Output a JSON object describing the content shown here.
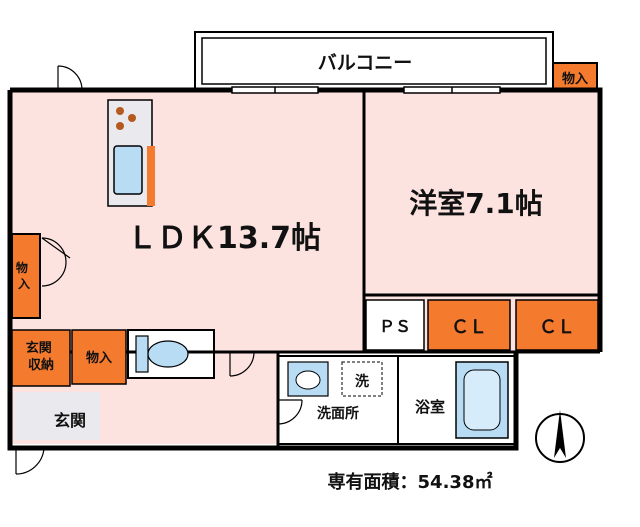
{
  "rooms": {
    "balcony": "バルコニー",
    "ldk": "ＬＤＫ13.7帖",
    "western_room": "洋室7.1帖",
    "storage_top": "物入",
    "storage_left": "物入",
    "storage_entry": "物入",
    "genkan_storage": "玄関\n収納",
    "ps": "ＰＳ",
    "closet_1": "ＣＬ",
    "closet_2": "ＣＬ",
    "washroom": "洗面所",
    "washer": "洗",
    "bathroom": "浴室",
    "entrance": "玄関"
  },
  "area_label": "専有面積：54.38㎡",
  "colors": {
    "floor": "#fce3e0",
    "wall": "#000000",
    "storage": "#f47a2e",
    "fixture_blue": "#b9dcf5",
    "floor_gray": "#e9e9ee",
    "balcony": "#ffffff"
  },
  "icons": {
    "compass": "north-arrow-icon",
    "stove": "stove-icon",
    "sink": "sink-icon",
    "toilet": "toilet-icon",
    "bathtub": "bathtub-icon",
    "washbasin": "washbasin-icon"
  }
}
